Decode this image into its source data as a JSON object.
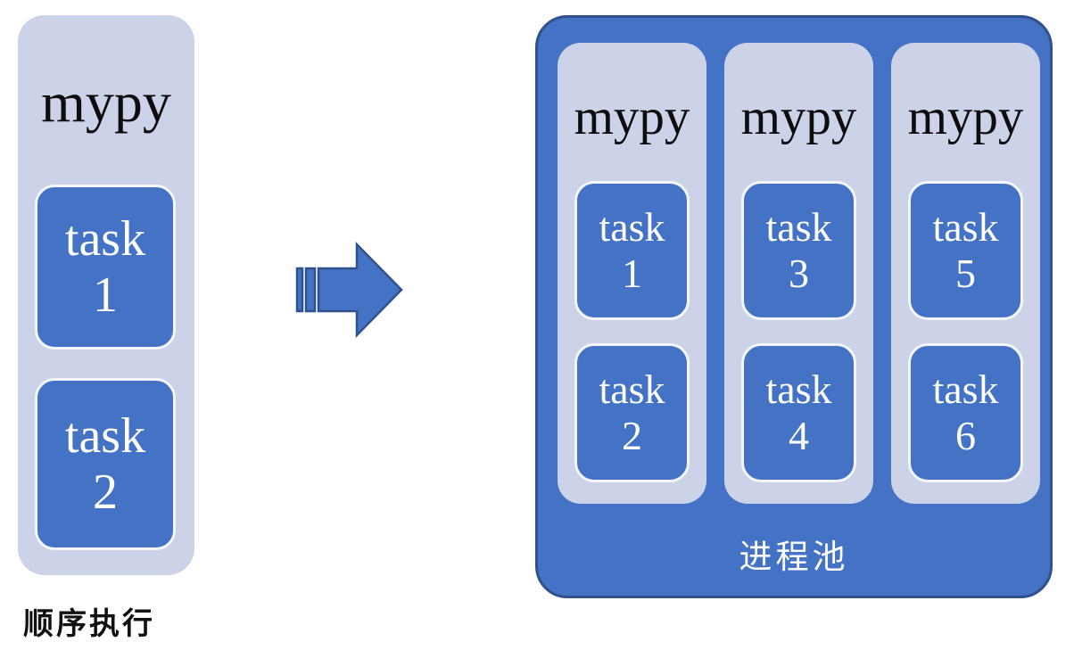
{
  "colors": {
    "accent_blue": "#4472c4",
    "panel_light": "#ccd3e8",
    "panel_dark_border": "#2f528f",
    "task_border": "#f4f6fb",
    "text_dark": "#0d0d0d",
    "text_white": "#ffffff"
  },
  "left_group": {
    "title": "mypy",
    "tasks": [
      {
        "label": "task",
        "number": "1"
      },
      {
        "label": "task",
        "number": "2"
      }
    ],
    "caption": "顺序执行"
  },
  "arrow": {
    "name": "striped-right-arrow"
  },
  "right_group": {
    "caption": "进程池",
    "workers": [
      {
        "title": "mypy",
        "tasks": [
          {
            "label": "task",
            "number": "1"
          },
          {
            "label": "task",
            "number": "2"
          }
        ]
      },
      {
        "title": "mypy",
        "tasks": [
          {
            "label": "task",
            "number": "3"
          },
          {
            "label": "task",
            "number": "4"
          }
        ]
      },
      {
        "title": "mypy",
        "tasks": [
          {
            "label": "task",
            "number": "5"
          },
          {
            "label": "task",
            "number": "6"
          }
        ]
      }
    ]
  }
}
